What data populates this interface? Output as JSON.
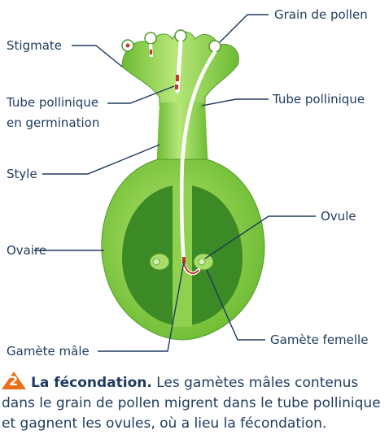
{
  "labels": {
    "stigmate": "Stigmate",
    "tube_germination_1": "Tube pollinique",
    "tube_germination_2": "en germination",
    "style": "Style",
    "ovaire": "Ovaire",
    "gamete_male": "Gamète mâle",
    "grain_pollen": "Grain de pollen",
    "tube_pollinique": "Tube pollinique",
    "ovule": "Ovule",
    "gamete_femelle": "Gamète femelle"
  },
  "caption": {
    "number": "2",
    "title": "La fécondation.",
    "text": " Les gamètes mâles contenus dans le grain de pollen migrent dans le tube pollinique et gagnent les ovules, où a lieu la fécondation."
  },
  "colors": {
    "pistil": "#8fd14f",
    "pistil_dark": "#4e9a2a",
    "ovary_cavity": "#2f7d1f",
    "pollen_tube": "#ffffff",
    "gamete": "#c0392b",
    "badge": "#e8701a",
    "text": "#1e3a5f"
  }
}
